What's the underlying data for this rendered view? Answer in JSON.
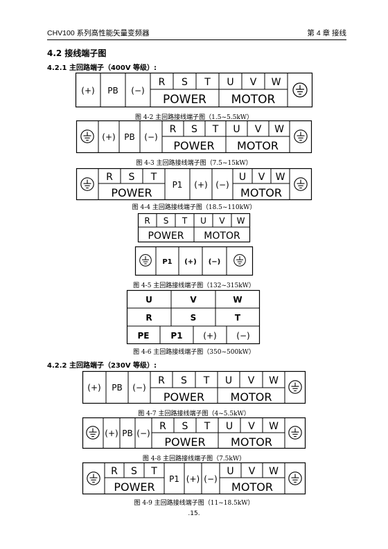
{
  "header": {
    "left": "CHV100 系列高性能矢量变频器",
    "right": "第 4 章  接线"
  },
  "section_title": "4.2  接线端子图",
  "subsection_400": "4.2.1 主回路端子（400V 等级）:",
  "subsection_230": "4.2.2 主回路端子（230V 等级）:",
  "labels": {
    "plus": "(+)",
    "pb": "PB",
    "minus": "(−)",
    "p1": "P1",
    "r": "R",
    "s": "S",
    "t": "T",
    "u": "U",
    "v": "V",
    "w": "W",
    "power": "POWER",
    "motor": "MOTOR",
    "pe": "PE",
    "plus_wide": "(+)",
    "minus_wide": "(−)"
  },
  "captions": {
    "fig_4_2": "图 4-2  主回路接线端子图（1.5~5.5kW）",
    "fig_4_3": "图 4-3  主回路接线端子图（7.5~15kW）",
    "fig_4_4": "图 4-4  主回路接线端子图（18.5~110kW）",
    "fig_4_5": "图 4-5 主回路接线端子图（132~315kW）",
    "fig_4_6": "图 4-6 主回路接线端子图（350~500kW）",
    "fig_4_7": "图 4-7  主回路接线端子图（4~5.5kW）",
    "fig_4_8": "图 4-8  主回路接线端子图（7.5kW）",
    "fig_4_9": "图 4-9  主回路接线端子图（11~18.5kW）"
  },
  "page_number": ".15."
}
